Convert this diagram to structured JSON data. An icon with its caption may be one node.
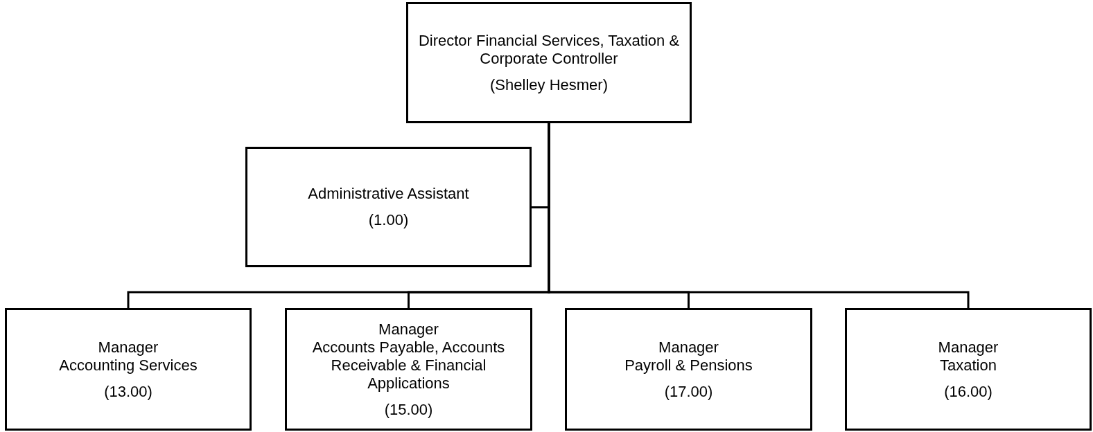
{
  "diagram": {
    "nodes": [
      {
        "text": [
          "Director Financial Services, Taxation & Corporate Controller",
          "(Shelley Hesmer)"
        ]
      },
      {
        "text": [
          "Administrative Assistant",
          "(1.00)"
        ]
      },
      {
        "text": [
          "Manager",
          "Accounting Services",
          "(13.00)"
        ]
      },
      {
        "text": [
          "Manager",
          "Accounts Payable, Accounts Receivable & Financial Applications",
          "(15.00)"
        ]
      },
      {
        "text": [
          "Manager",
          "Payroll & Pensions",
          "(17.00)"
        ]
      },
      {
        "text": [
          "Manager",
          "Taxation",
          "(16.00)"
        ]
      }
    ],
    "edges": [
      {
        "from": 0,
        "to": 1,
        "arrow": "none"
      },
      {
        "from": 0,
        "to": 2,
        "arrow": "none"
      },
      {
        "from": 0,
        "to": 3,
        "arrow": "none"
      },
      {
        "from": 0,
        "to": 4,
        "arrow": "none"
      },
      {
        "from": 0,
        "to": 5,
        "arrow": "none"
      }
    ]
  }
}
